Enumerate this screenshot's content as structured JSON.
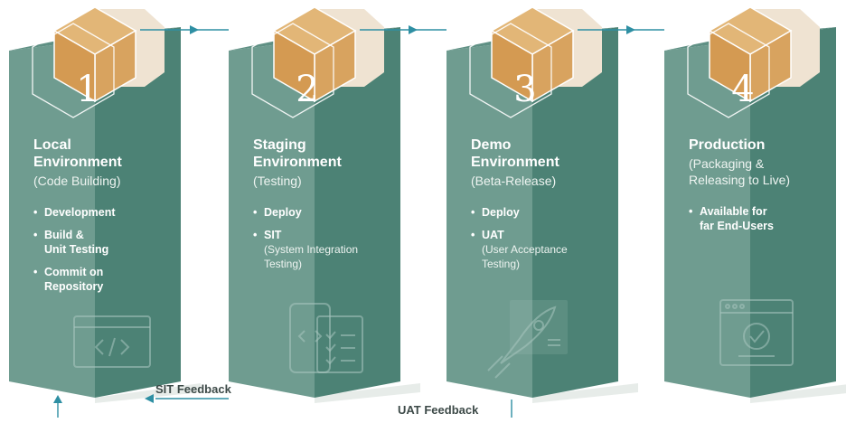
{
  "accent": {
    "pillar_dark": "#4c8275",
    "pillar_light": "#6f9c90",
    "cube": "#d8a35f",
    "cube_shadow": "#efe3d2",
    "arrow": "#2e8fa3"
  },
  "stages": [
    {
      "number": "1",
      "title_lines": [
        "Local",
        "Environment"
      ],
      "subtitle_lines": [
        "(Code Building)"
      ],
      "bullets": [
        {
          "main_lines": [
            "Development"
          ],
          "note_lines": []
        },
        {
          "main_lines": [
            "Build &",
            "Unit Testing"
          ],
          "note_lines": []
        },
        {
          "main_lines": [
            "Commit on",
            "Repository"
          ],
          "note_lines": []
        }
      ],
      "icon": "code-window-icon"
    },
    {
      "number": "2",
      "title_lines": [
        "Staging",
        "Environment"
      ],
      "subtitle_lines": [
        "(Testing)"
      ],
      "bullets": [
        {
          "main_lines": [
            "Deploy"
          ],
          "note_lines": []
        },
        {
          "main_lines": [
            "SIT"
          ],
          "note_lines": [
            "(System Integration",
            "Testing)"
          ]
        }
      ],
      "icon": "code-checklist-icon"
    },
    {
      "number": "3",
      "title_lines": [
        "Demo",
        "Environment"
      ],
      "subtitle_lines": [
        "(Beta-Release)"
      ],
      "bullets": [
        {
          "main_lines": [
            "Deploy"
          ],
          "note_lines": []
        },
        {
          "main_lines": [
            "UAT"
          ],
          "note_lines": [
            "(User Acceptance",
            "Testing)"
          ]
        }
      ],
      "icon": "rocket-launch-icon"
    },
    {
      "number": "4",
      "title_lines": [
        "Production"
      ],
      "subtitle_lines": [
        "(Packaging &",
        "Releasing to Live)"
      ],
      "bullets": [
        {
          "main_lines": [
            "Available for",
            "far End-Users"
          ],
          "note_lines": []
        }
      ],
      "icon": "approved-window-icon"
    }
  ],
  "feedback": {
    "sit_label": "SIT Feedback",
    "uat_label": "UAT Feedback"
  }
}
